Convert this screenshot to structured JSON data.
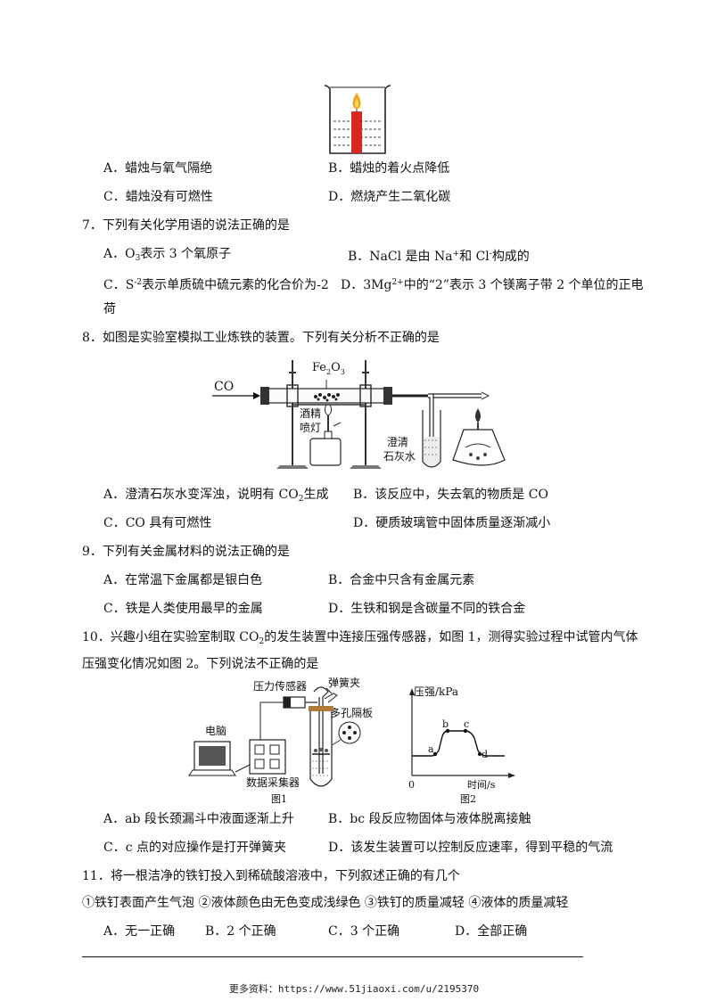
{
  "q6": {
    "A": "A．蜡烛与氧气隔绝",
    "B": "B．蜡烛的着火点降低",
    "C": "C．蜡烛没有可燃性",
    "D": "D．燃烧产生二氧化碳"
  },
  "q7": {
    "stem": "7．下列有关化学用语的说法正确的是",
    "A_pre": "A．O",
    "A_sub": "3",
    "A_post": "表示 3 个氧原子",
    "B_pre": "B．NaCl 是由 Na",
    "B_sup1": "+",
    "B_mid": "和 Cl",
    "B_sup2": "-",
    "B_post": "构成的",
    "C_pre": "C．S",
    "C_sup": "-2",
    "C_post": "表示单质硫中硫元素的化合价为-2",
    "D_pre": "D．3Mg",
    "D_sup": "2+",
    "D_post": "中的“2”表示 3 个镁离子带 2 个单位的正电",
    "D_cont": "荷"
  },
  "q8": {
    "stem": "8．如图是实验室模拟工业炼铁的装置。下列有关分析不正确的是",
    "fig_labels": {
      "co": "CO",
      "fe2o3_pre": "Fe",
      "fe2o3_sub1": "2",
      "fe2o3_mid": "O",
      "fe2o3_sub2": "3",
      "lamp1": "酒精",
      "lamp2": "喷灯",
      "water1": "澄清",
      "water2": "石灰水"
    },
    "A_pre": "A．澄清石灰水变浑浊，说明有 CO",
    "A_sub": "2",
    "A_post": "生成",
    "B": "B．该反应中，失去氧的物质是 CO",
    "C": "C．CO 具有可燃性",
    "D": "D．硬质玻璃管中固体质量逐渐减小"
  },
  "q9": {
    "stem": "9．下列有关金属材料的说法正确的是",
    "A": "A．在常温下金属都是银白色",
    "B": "B．合金中只含有金属元素",
    "C": "C．铁是人类使用最早的金属",
    "D": "D．生铁和钢是含碳量不同的铁合金"
  },
  "q10": {
    "stem1_pre": "10．兴趣小组在实验室制取 CO",
    "stem1_sub": "2",
    "stem1_post": "的发生装置中连接压强传感器，如图 1，测得实验过程中试管内气体",
    "stem2": "压强变化情况如图 2。下列说法不正确的是",
    "fig_labels": {
      "sensor": "压力传感器",
      "clip": "弹簧夹",
      "plate": "多孔隔板",
      "computer": "电脑",
      "collector": "数据采集器",
      "fig1": "图1",
      "fig2": "图2",
      "ylabel": "压强/kPa",
      "xlabel": "时间/s",
      "origin": "0",
      "pa": "a",
      "pb": "b",
      "pc": "c",
      "pd": "d"
    },
    "A": "A．ab 段长颈漏斗中液面逐渐上升",
    "B": "B．bc 段反应物固体与液体脱离接触",
    "C": "C．c 点的对应操作是打开弹簧夹",
    "D": "D．该发生装置可以控制反应速率，得到平稳的气流"
  },
  "q11": {
    "stem": "11．将一根洁净的铁钉投入到稀硫酸溶液中，下列叙述正确的有几个",
    "items": "①铁钉表面产生气泡 ②液体颜色由无色变成浅绿色 ③铁钉的质量减轻 ④液体的质量减轻",
    "A": "A．无一正确",
    "B": "B．2 个正确",
    "C": "C．3 个正确",
    "D": "D．全部正确"
  },
  "footer": "更多资料：https://www.51jiaoxi.com/u/2195370"
}
